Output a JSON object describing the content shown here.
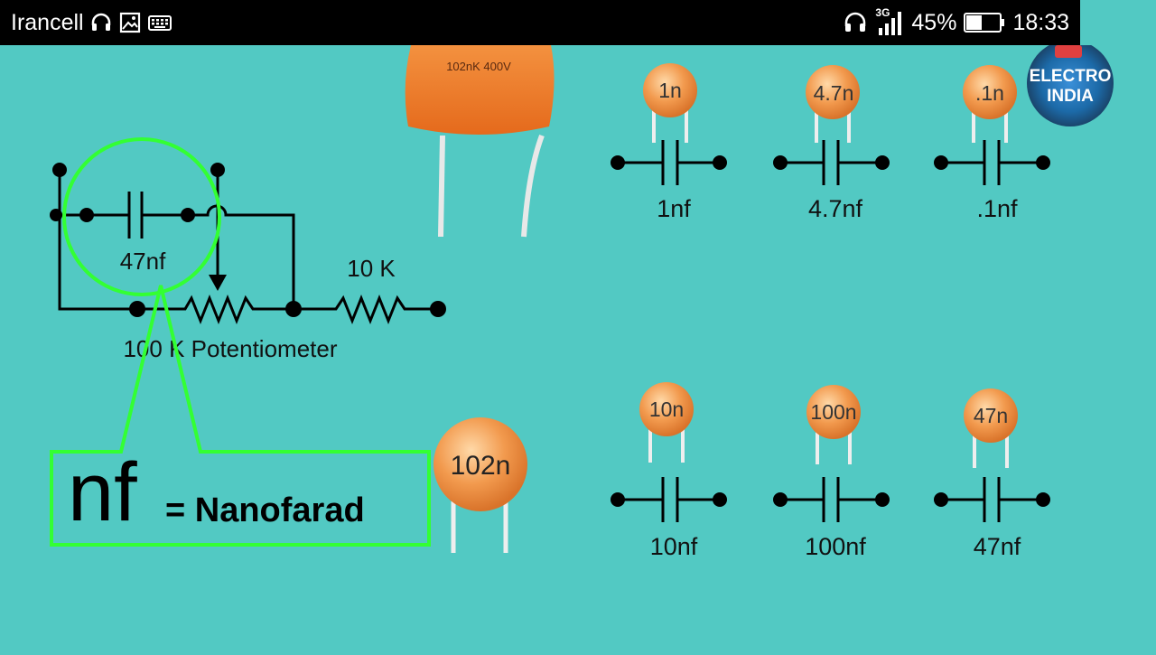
{
  "status_bar": {
    "carrier": "Irancell",
    "network_type": "3G",
    "battery": "45%",
    "time": "18:33"
  },
  "video": {
    "channel_logo_line1": "ELECTRO",
    "channel_logo_line2": "INDIA",
    "film_cap_label": "102nK 400V",
    "circuit": {
      "cap_label": "47nf",
      "resistor_label": "10 K",
      "pot_label": "100 K Potentiometer"
    },
    "callout": {
      "abbr": "nf",
      "meaning": "= Nanofarad"
    },
    "big_cap_label": "102n",
    "capacitors": [
      {
        "code": "1n",
        "value": "1nf"
      },
      {
        "code": "4.7n",
        "value": "4.7nf"
      },
      {
        "code": ".1n",
        "value": ".1nf"
      },
      {
        "code": "10n",
        "value": "10nf"
      },
      {
        "code": "100n",
        "value": "100nf"
      },
      {
        "code": "47n",
        "value": "47nf"
      }
    ],
    "colors": {
      "background": "#52c9c3",
      "ceramic": "#f29a4e",
      "film": "#ee7a2a",
      "highlight": "#33ff33"
    }
  }
}
